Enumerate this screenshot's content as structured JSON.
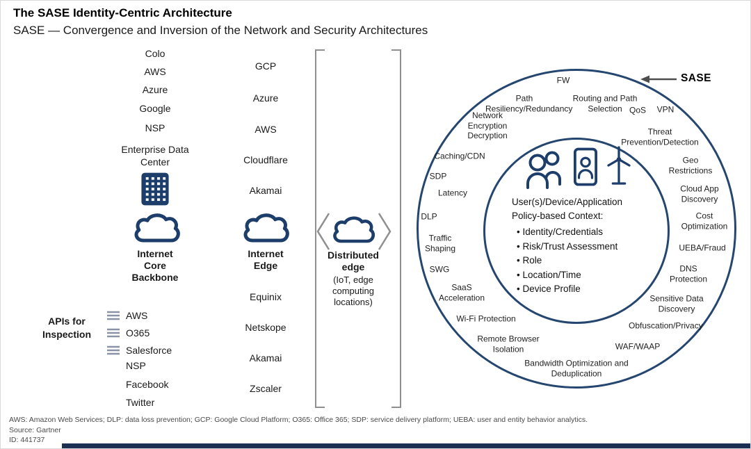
{
  "colors": {
    "navy": "#1d3d6b",
    "circle_stroke": "#24466f",
    "footer_bar": "#1b2f52",
    "bracket_gray": "#8f8f8f"
  },
  "header": {
    "title": "The SASE Identity-Centric Architecture",
    "subtitle": "SASE — Convergence and Inversion of the Network and Security Architectures"
  },
  "core_backbone": {
    "providers": [
      "Colo",
      "AWS",
      "Azure",
      "Google",
      "NSP",
      "Enterprise Data Center"
    ],
    "cloud_label": "Internet Core Backbone"
  },
  "apis_for_inspection": {
    "label": "APIs for Inspection",
    "items": [
      "AWS",
      "O365",
      "Salesforce",
      "NSP",
      "Facebook",
      "Twitter"
    ]
  },
  "internet_edge": {
    "providers_top": [
      "GCP",
      "Azure",
      "AWS",
      "Cloudflare",
      "Akamai"
    ],
    "cloud_label": "Internet Edge",
    "providers_bottom": [
      "Equinix",
      "Netskope",
      "Akamai",
      "Zscaler"
    ]
  },
  "distributed_edge": {
    "label": "Distributed edge",
    "sublabel": "(IoT, edge computing locations)"
  },
  "sase": {
    "label": "SASE",
    "services": [
      "FW",
      "Path Resiliency/Redundancy",
      "Routing and Path Selection",
      "QoS",
      "VPN",
      "Network Encryption Decryption",
      "Threat Prevention/Detection",
      "Caching/CDN",
      "Geo Restrictions",
      "SDP",
      "Cloud App Discovery",
      "Latency",
      "DLP",
      "Cost Optimization",
      "Traffic Shaping",
      "UEBA/Fraud",
      "SWG",
      "DNS Protection",
      "SaaS Acceleration",
      "Sensitive Data Discovery",
      "Wi-Fi Protection",
      "Obfuscation/Privacy",
      "Remote Browser Isolation",
      "WAF/WAAP",
      "Bandwidth Optimization and Deduplication"
    ],
    "core": {
      "heading1": "User(s)/Device/Application",
      "heading2": "Policy-based Context:",
      "bullets": [
        "Identity/Credentials",
        "Risk/Trust Assessment",
        "Role",
        "Location/Time",
        "Device Profile"
      ]
    }
  },
  "footer": {
    "abbreviations": "AWS: Amazon Web Services; DLP: data loss prevention; GCP: Google Cloud Platform; O365: Office 365; SDP: service delivery platform; UEBA: user and entity behavior analytics.",
    "source": "Source: Gartner",
    "id": "ID: 441737"
  }
}
